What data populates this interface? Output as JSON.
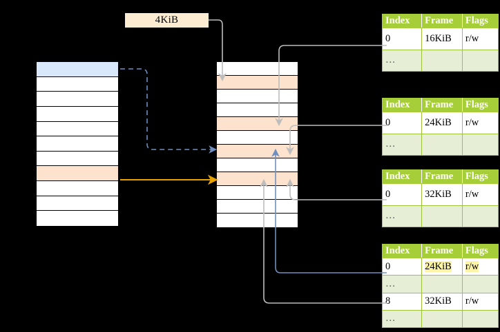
{
  "diagram": {
    "title": "",
    "page_size_label": {
      "text": "4KiB"
    },
    "colors": {
      "table_header_green": "#a6ce39",
      "table_alt_green": "#e6eed5",
      "highlight_yellow": "#fdf4a8",
      "source_blue": "#d9e8fb",
      "target_peach": "#fde3cd",
      "label_cream": "#fcedd2",
      "arrow_orange": "#e8a200",
      "arrow_blue": "#6f8fc0",
      "arrow_gray": "#bdbdbd"
    },
    "virtual_column": {
      "name": "virtual-address-space",
      "row_count": 11,
      "rows": [
        {
          "label": "",
          "fill": "blue"
        },
        {
          "label": "",
          "fill": "white"
        },
        {
          "label": "",
          "fill": "white"
        },
        {
          "label": "",
          "fill": "white"
        },
        {
          "label": "",
          "fill": "white"
        },
        {
          "label": "",
          "fill": "white"
        },
        {
          "label": "",
          "fill": "white"
        },
        {
          "label": "",
          "fill": "peach"
        },
        {
          "label": "",
          "fill": "white"
        },
        {
          "label": "",
          "fill": "white"
        },
        {
          "label": "",
          "fill": "white"
        }
      ]
    },
    "physical_column": {
      "name": "physical-memory",
      "row_count": 12,
      "rows": [
        {
          "label": "",
          "fill": "white"
        },
        {
          "label": "",
          "fill": "peach"
        },
        {
          "label": "",
          "fill": "white"
        },
        {
          "label": "",
          "fill": "white"
        },
        {
          "label": "",
          "fill": "peach"
        },
        {
          "label": "",
          "fill": "white"
        },
        {
          "label": "",
          "fill": "peach"
        },
        {
          "label": "",
          "fill": "white"
        },
        {
          "label": "",
          "fill": "peach"
        },
        {
          "label": "",
          "fill": "white"
        },
        {
          "label": "",
          "fill": "white"
        },
        {
          "label": "",
          "fill": "white"
        }
      ]
    },
    "tables": [
      {
        "name": "page-table-level-4",
        "headers": [
          "Index",
          "Frame",
          "Flags"
        ],
        "rows": [
          {
            "kind": "entry",
            "cells": [
              "0",
              "16KiB",
              "r/w"
            ],
            "highlight": []
          },
          {
            "kind": "dots",
            "cells": [
              "…",
              "",
              ""
            ],
            "highlight": []
          }
        ]
      },
      {
        "name": "page-table-level-3",
        "headers": [
          "Index",
          "Frame",
          "Flags"
        ],
        "rows": [
          {
            "kind": "entry",
            "cells": [
              "0",
              "24KiB",
              "r/w"
            ],
            "highlight": []
          },
          {
            "kind": "dots",
            "cells": [
              "…",
              "",
              ""
            ],
            "highlight": []
          }
        ]
      },
      {
        "name": "page-table-level-2",
        "headers": [
          "Index",
          "Frame",
          "Flags"
        ],
        "rows": [
          {
            "kind": "entry",
            "cells": [
              "0",
              "32KiB",
              "r/w"
            ],
            "highlight": []
          },
          {
            "kind": "dots",
            "cells": [
              "…",
              "",
              ""
            ],
            "highlight": []
          }
        ]
      },
      {
        "name": "page-table-level-1",
        "headers": [
          "Index",
          "Frame",
          "Flags"
        ],
        "rows": [
          {
            "kind": "entry",
            "cells": [
              "0",
              "24KiB",
              "r/w"
            ],
            "highlight": [
              1,
              2
            ]
          },
          {
            "kind": "dots",
            "cells": [
              "…",
              "",
              ""
            ],
            "highlight": []
          },
          {
            "kind": "entry",
            "cells": [
              "8",
              "32KiB",
              "r/w"
            ],
            "highlight": []
          },
          {
            "kind": "dots",
            "cells": [
              "…",
              "",
              ""
            ],
            "highlight": []
          }
        ]
      }
    ],
    "arrows": [
      {
        "name": "dashed-blue-virtual-to-physical",
        "style": "dashed",
        "color": "#6f8fc0"
      },
      {
        "name": "solid-orange-virtual-to-physical",
        "style": "solid",
        "color": "#e8a200"
      },
      {
        "name": "blue-table1-frame-to-physical",
        "style": "solid",
        "color": "#6f8fc0"
      },
      {
        "name": "gray-page-size-to-physical",
        "style": "solid",
        "color": "#bdbdbd"
      },
      {
        "name": "gray-table4-to-physical",
        "style": "solid",
        "color": "#bdbdbd"
      },
      {
        "name": "gray-table3-to-physical",
        "style": "solid",
        "color": "#bdbdbd"
      },
      {
        "name": "gray-table2-to-physical",
        "style": "solid",
        "color": "#bdbdbd"
      },
      {
        "name": "gray-table1-row8-to-physical",
        "style": "solid",
        "color": "#bdbdbd"
      }
    ]
  }
}
